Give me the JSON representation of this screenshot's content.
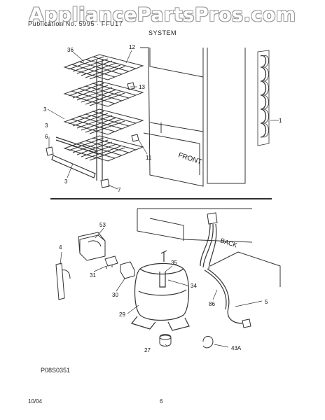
{
  "watermark": "AppliancePartsPros.com",
  "header": {
    "model_line": "Publication No.  5995  ·  FFU17",
    "section_title": "SYSTEM"
  },
  "diagram": {
    "front_label": "FRONT",
    "back_label": "BACK",
    "callouts": [
      "1",
      "3",
      "3",
      "3",
      "6",
      "7",
      "11",
      "12",
      "13",
      "36",
      "4",
      "5",
      "27",
      "29",
      "30",
      "31",
      "34",
      "35",
      "43A",
      "53",
      "86"
    ]
  },
  "footer": {
    "diagram_code": "P08S0351",
    "date": "10/04",
    "page_number": "6"
  }
}
